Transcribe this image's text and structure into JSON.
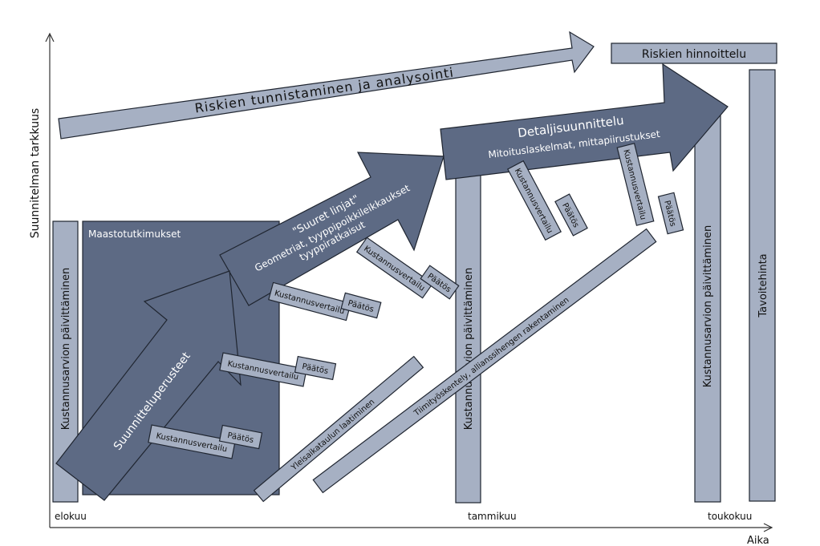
{
  "axes": {
    "y_label": "Suunnitelman tarkkuus",
    "x_label": "Aika",
    "months": [
      "elokuu",
      "tammikuu",
      "toukokuu"
    ]
  },
  "arrows": {
    "risk_identification": "Riskien tunnistaminen ja analysointi",
    "design_basis": "Suunnitteluperusteet",
    "big_lines_title": "\"Suuret linjat\"",
    "big_lines_sub1": "Geometriat, tyyppipoikkileikkaukset",
    "big_lines_sub2": "tyyppiratkaisut",
    "detail_title": "Detaljisuunnittelu",
    "detail_sub": "Mitoituslaskelmat, mittapiirustukset"
  },
  "boxes": {
    "risk_pricing": "Riskien hinnoittelu",
    "site_investigations": "Maastotutkimukset",
    "cost_update": "Kustannusarvion päivittäminen",
    "target_price": "Tavoitehinta",
    "master_schedule": "Yleisaikataulun laatiminen",
    "team_work": "Tiimityöskentely, allianssihengen rakentaminen"
  },
  "decisions": {
    "cost_comparison": "Kustannusvertailu",
    "decision": "Päätös"
  },
  "colors": {
    "light_fill": "#a6b0c3",
    "dark_fill": "#5d6a84",
    "outline": "#1f2530"
  }
}
